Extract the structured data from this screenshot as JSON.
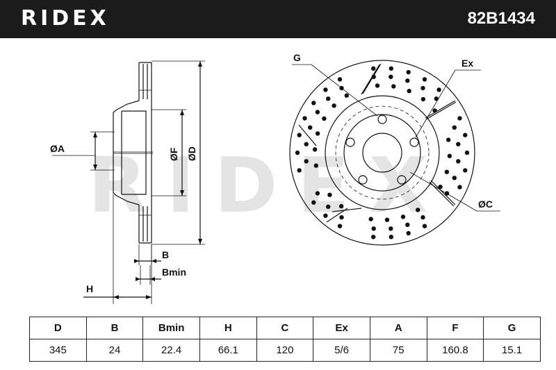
{
  "header": {
    "brand": "RIDEX",
    "part_number": "82B1434"
  },
  "watermark": "RIDEX",
  "dimension_labels": {
    "G": "G",
    "Ex": "Ex",
    "A": "ØA",
    "F": "ØF",
    "D": "ØD",
    "C": "ØC",
    "B": "B",
    "Bmin": "Bmin",
    "H": "H"
  },
  "table": {
    "headers": [
      "D",
      "B",
      "Bmin",
      "H",
      "C",
      "Ex",
      "A",
      "F",
      "G"
    ],
    "values": [
      "345",
      "24",
      "22.4",
      "66.1",
      "120",
      "5/6",
      "75",
      "160.8",
      "15.1"
    ]
  },
  "colors": {
    "header_bg": "#1b1b1b",
    "header_text": "#ffffff",
    "watermark": "#e4e4e4",
    "line": "#111111"
  }
}
